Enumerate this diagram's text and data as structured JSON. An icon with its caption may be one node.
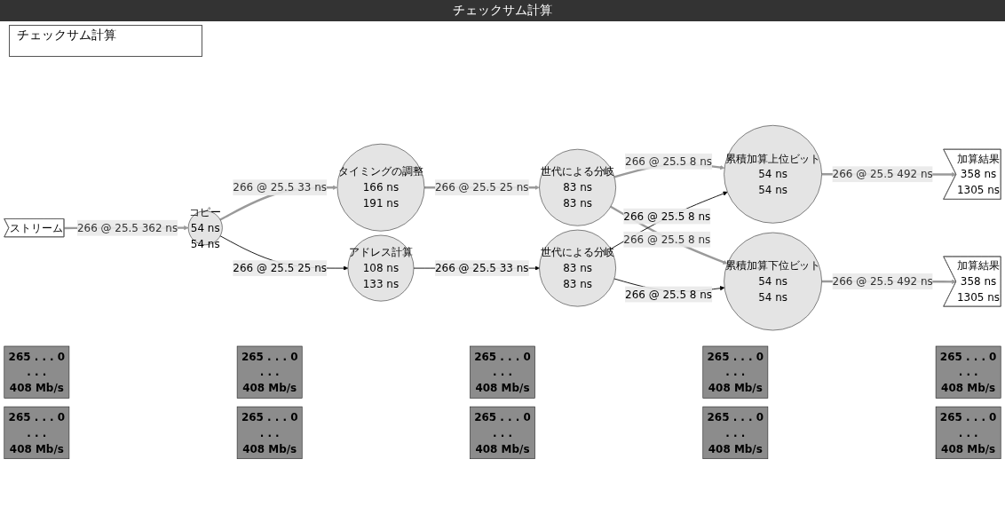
{
  "diagram": {
    "title": "チェックサム計算",
    "nodes": [
      {
        "text": [
          "ストリーム"
        ]
      },
      {
        "text": [
          "コピー",
          "54 ns",
          "54 ns"
        ]
      },
      {
        "text": [
          "タイミングの調整",
          "166 ns",
          "191 ns"
        ]
      },
      {
        "text": [
          "アドレス計算",
          "108 ns",
          "133 ns"
        ]
      },
      {
        "text": [
          "世代による分岐",
          "83 ns",
          "83 ns"
        ]
      },
      {
        "text": [
          "世代による分岐",
          "83 ns",
          "83 ns"
        ]
      },
      {
        "text": [
          "累積加算上位ビット",
          "54 ns",
          "54 ns"
        ]
      },
      {
        "text": [
          "累積加算下位ビット",
          "54 ns",
          "54 ns"
        ]
      },
      {
        "text": [
          "加算結果",
          "358 ns",
          "1305 ns"
        ]
      },
      {
        "text": [
          "加算結果",
          "358 ns",
          "1305 ns"
        ]
      },
      {
        "text": [
          "265 . . . 0",
          ". . .",
          "408 Mb/s"
        ]
      },
      {
        "text": [
          "265 . . . 0",
          ". . .",
          "408 Mb/s"
        ]
      },
      {
        "text": [
          "265 . . . 0",
          ". . .",
          "408 Mb/s"
        ]
      },
      {
        "text": [
          "265 . . . 0",
          ". . .",
          "408 Mb/s"
        ]
      },
      {
        "text": [
          "265 . . . 0",
          ". . .",
          "408 Mb/s"
        ]
      },
      {
        "text": [
          "265 . . . 0",
          ". . .",
          "408 Mb/s"
        ]
      },
      {
        "text": [
          "265 . . . 0",
          ". . .",
          "408 Mb/s"
        ]
      },
      {
        "text": [
          "265 . . . 0",
          ". . .",
          "408 Mb/s"
        ]
      },
      {
        "text": [
          "265 . . . 0",
          ". . .",
          "408 Mb/s"
        ]
      },
      {
        "text": [
          "265 . . . 0",
          ". . .",
          "408 Mb/s"
        ]
      }
    ],
    "edges": [
      {
        "from": 0,
        "to": 1,
        "arrow": "to",
        "label": "266 @ 25.5 362 ns"
      },
      {
        "from": 1,
        "to": 2,
        "arrow": "to",
        "label": "266 @ 25.5 33 ns"
      },
      {
        "from": 1,
        "to": 3,
        "arrow": "to",
        "label": "266 @ 25.5 25 ns",
        "color": "#000000"
      },
      {
        "from": 2,
        "to": 4,
        "arrow": "to",
        "label": "266 @ 25.5 25 ns"
      },
      {
        "from": 3,
        "to": 5,
        "arrow": "to",
        "label": "266 @ 25.5 33 ns",
        "color": "#000000"
      },
      {
        "from": 4,
        "to": 6,
        "arrow": "to",
        "label": "266 @ 25.5 8 ns"
      },
      {
        "from": 4,
        "to": 7,
        "arrow": "to",
        "label": "266 @ 25.5 8 ns"
      },
      {
        "from": 5,
        "to": 6,
        "arrow": "to",
        "label": "266 @ 25.5 8 ns",
        "color": "#000000"
      },
      {
        "from": 5,
        "to": 7,
        "arrow": "to",
        "label": "266 @ 25.5 8 ns",
        "color": "#000000"
      },
      {
        "from": 6,
        "to": 8,
        "arrow": "to",
        "label": "266 @ 25.5 492 ns"
      },
      {
        "from": 7,
        "to": 9,
        "arrow": "to",
        "label": "266 @ 25.5 492 ns"
      }
    ],
    "labels": [
      "チェックサム計算"
    ]
  }
}
